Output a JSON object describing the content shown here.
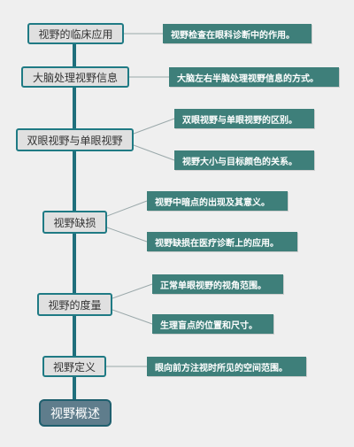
{
  "root": {
    "label": "视野概述"
  },
  "branches": [
    {
      "label": "视野的临床应用",
      "leaves": [
        "视野检查在眼科诊断中的作用。"
      ]
    },
    {
      "label": "大脑处理视野信息",
      "leaves": [
        "大脑左右半脑处理视野信息的方式。"
      ]
    },
    {
      "label": "双眼视野与单眼视野",
      "leaves": [
        "双眼视野与单眼视野的区别。",
        "视野大小与目标颜色的关系。"
      ]
    },
    {
      "label": "视野缺损",
      "leaves": [
        "视野中暗点的出现及其意义。",
        "视野缺损在医疗诊断上的应用。"
      ]
    },
    {
      "label": "视野的度量",
      "leaves": [
        "正常单眼视野的视角范围。",
        "生理盲点的位置和尺寸。"
      ]
    },
    {
      "label": "视野定义",
      "leaves": [
        "眼向前方注视时所见的空间范围。"
      ]
    }
  ],
  "colors": {
    "trunk": "#1f6f7c",
    "connector": "#9aa8aa",
    "node_border": "#1f7a84",
    "leaf_fill": "#3e7f7a",
    "root_fill": "#5f7d8c"
  }
}
